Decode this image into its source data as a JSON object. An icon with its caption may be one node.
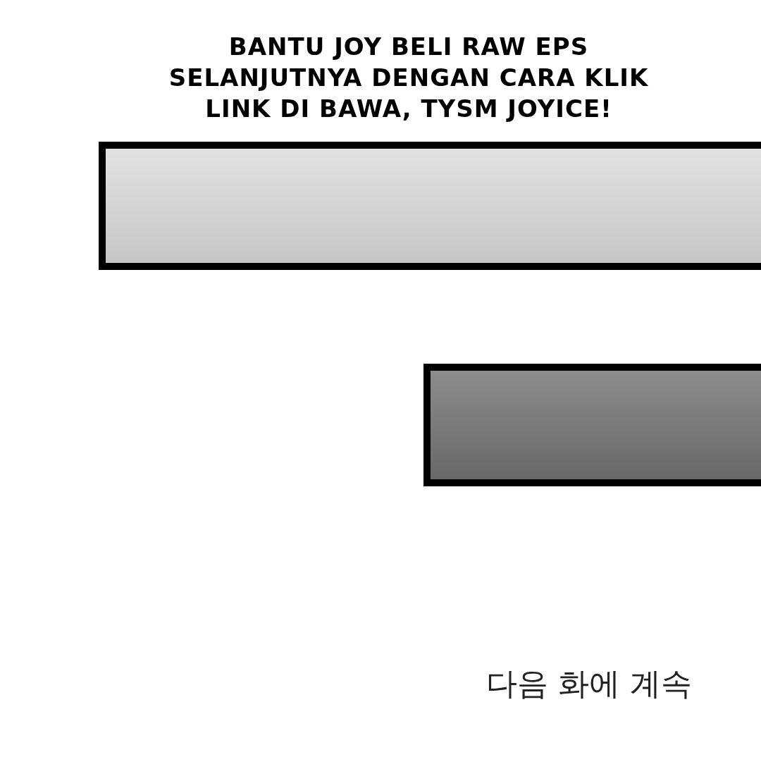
{
  "diagram": {
    "nodes": [
      {
        "text": [],
        "shape": "box"
      },
      {
        "text": [],
        "shape": "box"
      }
    ],
    "labels": [
      "BANTU JOY BELI RAW EPS SELANJUTNYA DENGAN CARA KLIK LINK DI BAWA, TYSM JOYICE!",
      "다음 화에 계속"
    ]
  }
}
